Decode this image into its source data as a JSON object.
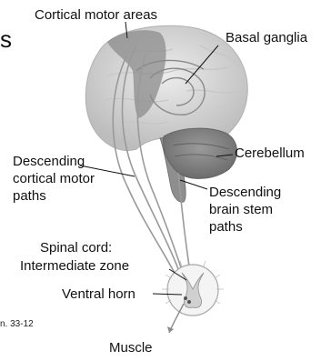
{
  "labels": {
    "cortical_motor_areas": "Cortical motor areas",
    "basal_ganglia": "Basal ganglia",
    "cerebellum": "Cerebellum",
    "descending_cortical_motor_paths": [
      "Descending",
      "cortical motor",
      "paths"
    ],
    "descending_brain_stem_paths": [
      "Descending",
      "brain stem",
      "paths"
    ],
    "spinal_cord": "Spinal cord:",
    "intermediate_zone": "Intermediate zone",
    "ventral_horn": "Ventral horn",
    "muscle": "Muscle",
    "figure_ref": "n. 33-12",
    "cut_letter": "s"
  },
  "colors": {
    "brain": "#d9d9d9",
    "cortex_region": "#8a8a8a",
    "cerebellum": "#7f7f7f",
    "tract": "#9a9a9a",
    "text": "#111111"
  }
}
